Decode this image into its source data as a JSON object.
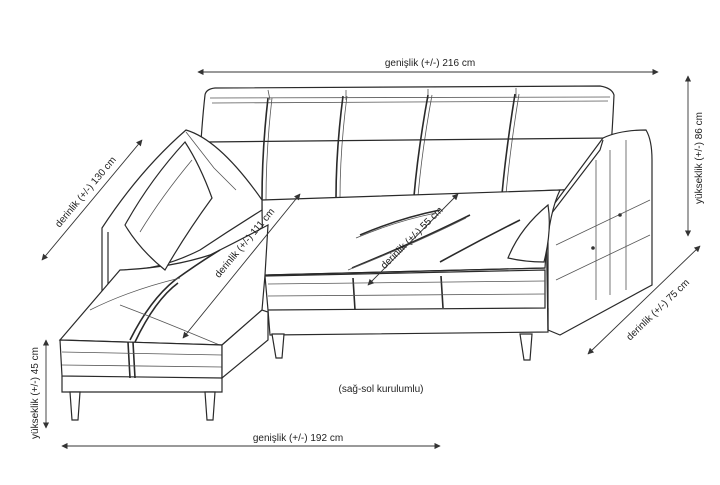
{
  "dimensions": {
    "top_width": "genişlik (+/-) 216 cm",
    "right_height": "yükseklik (+/-) 86 cm",
    "left_depth": "derinlik (+/-) 130 cm",
    "inner_depth_chaise": "derinlik (+/-) 111 cm",
    "inner_depth_seat": "derinlik (+/-) 55 cm",
    "right_depth": "derinlik (+/-) 75 cm",
    "left_height": "yükseklik (+/-) 45 cm",
    "bottom_width": "genişlik (+/-) 192 cm"
  },
  "note": "(sağ-sol kurulumlu)",
  "colors": {
    "line": "#2a2a2a",
    "background": "#ffffff"
  }
}
